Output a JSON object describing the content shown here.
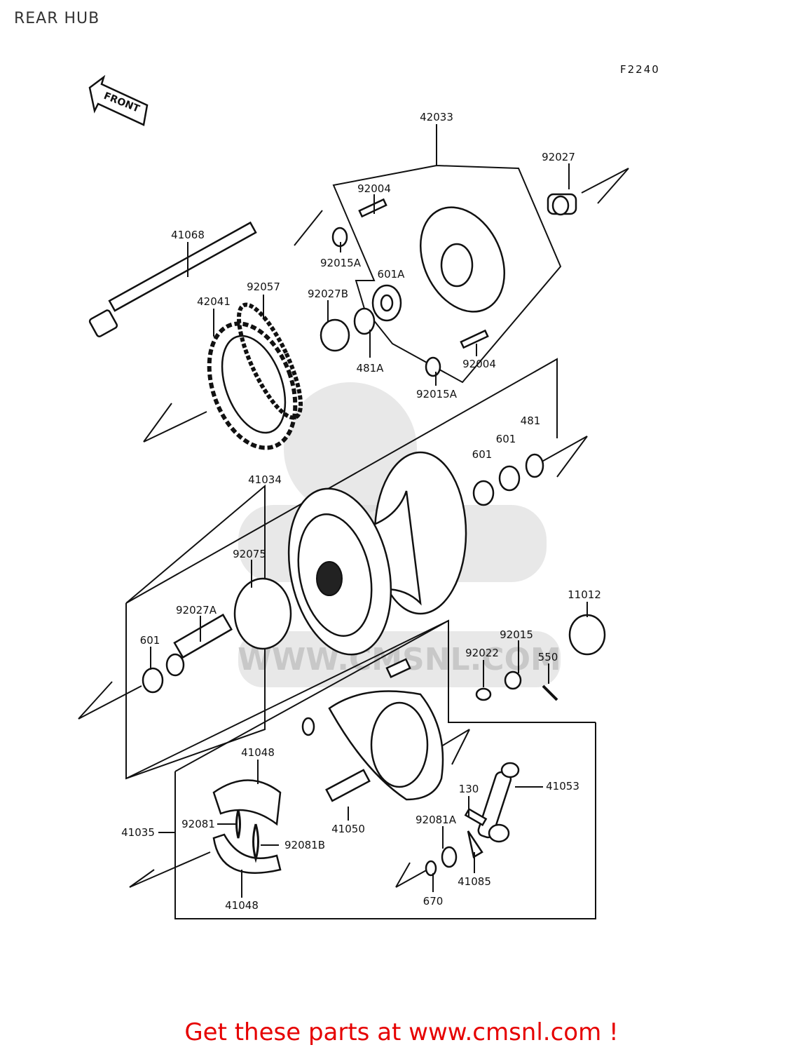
{
  "title": "REAR HUB",
  "figure_code": "F2240",
  "front_label": "FRONT",
  "watermark": "WWW.CMSNL.COM",
  "labels": {
    "p42033": "42033",
    "p92027": "92027",
    "p92004_top": "92004",
    "p41068": "41068",
    "p92015A_top": "92015A",
    "p601A": "601A",
    "p92057": "92057",
    "p42041": "42041",
    "p92027B": "92027B",
    "p481A": "481A",
    "p92004_bottom": "92004",
    "p92015A_bottom": "92015A",
    "p481": "481",
    "p601_a": "601",
    "p601_b": "601",
    "p41034": "41034",
    "p92075": "92075",
    "p11012": "11012",
    "p92027A": "92027A",
    "p92015": "92015",
    "p601_left": "601",
    "p92022": "92022",
    "p550": "550",
    "p41048_top": "41048",
    "p41053": "41053",
    "p130": "130",
    "p92081": "92081",
    "p41050": "41050",
    "p92081A": "92081A",
    "p41035": "41035",
    "p92081B": "92081B",
    "p41085": "41085",
    "p670": "670",
    "p41048_bottom": "41048"
  },
  "footer": "Get these parts at www.cmsnl.com !"
}
